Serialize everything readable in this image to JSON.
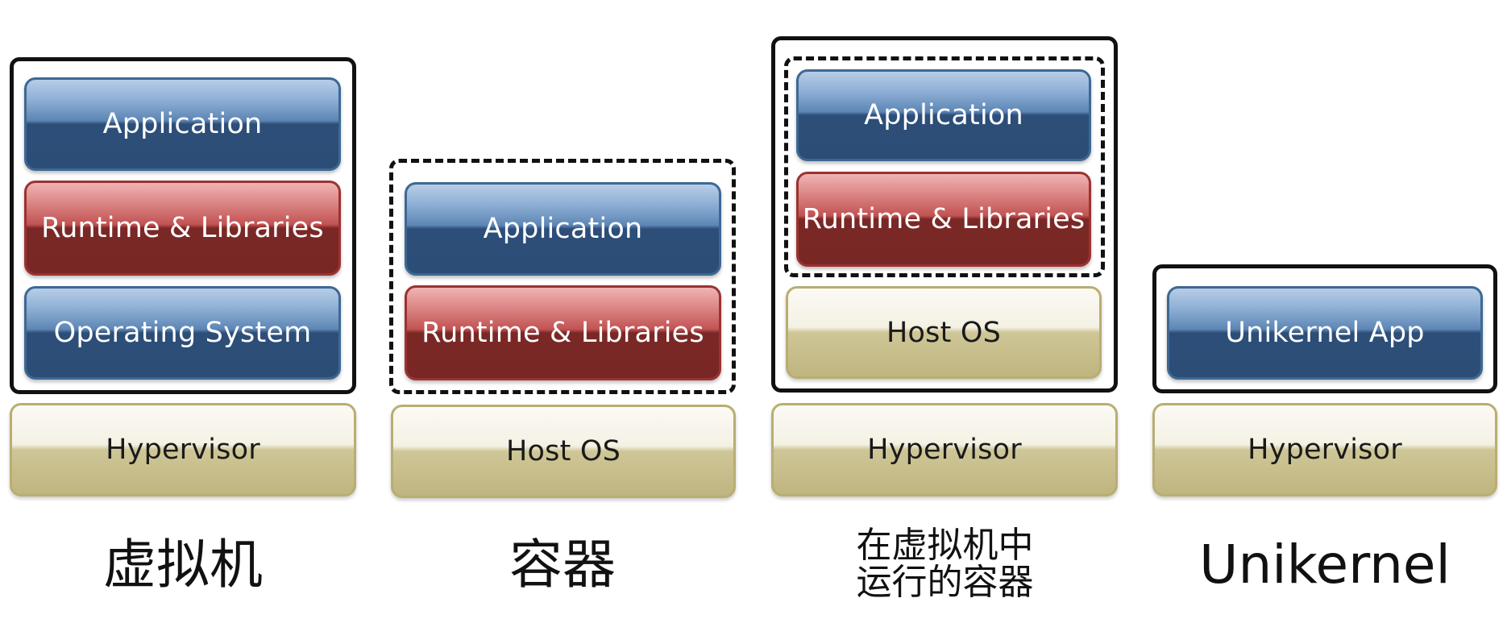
{
  "columns": {
    "vm": {
      "caption": "虚拟机",
      "application": "Application",
      "runtime": "Runtime & Libraries",
      "os": "Operating System",
      "base": "Hypervisor"
    },
    "container": {
      "caption": "容器",
      "application": "Application",
      "runtime": "Runtime & Libraries",
      "base": "Host OS"
    },
    "container_in_vm": {
      "caption_line1": "在虚拟机中",
      "caption_line2": "运行的容器",
      "application": "Application",
      "runtime": "Runtime & Libraries",
      "host_os": "Host OS",
      "base": "Hypervisor"
    },
    "unikernel": {
      "caption": "Unikernel",
      "app": "Unikernel App",
      "base": "Hypervisor"
    }
  },
  "colors": {
    "application_layer": "#2b4d76",
    "runtime_layer": "#782725",
    "base_layer": "#cfc697",
    "frame": "#111111"
  }
}
